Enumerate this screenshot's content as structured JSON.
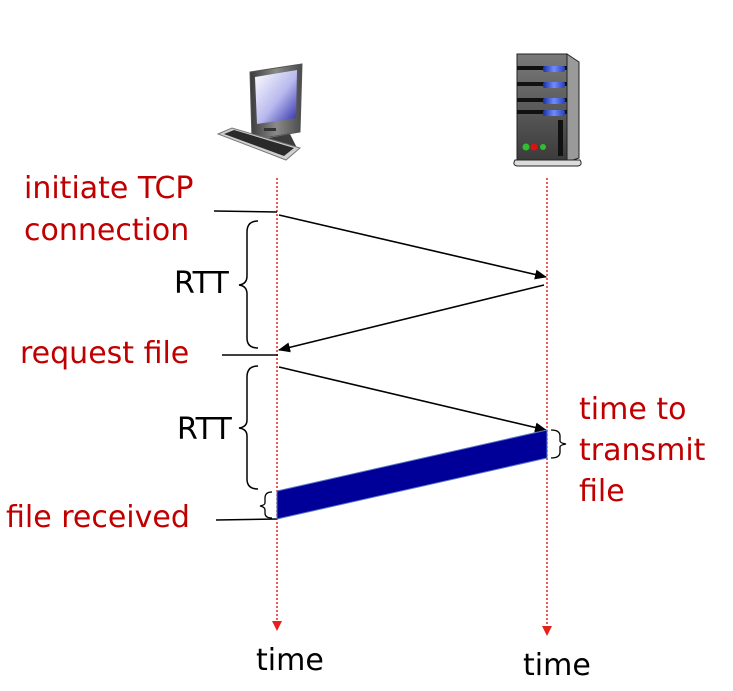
{
  "diagram": {
    "title": "TCP connection and file transfer timing",
    "colors": {
      "label_red": "#c00000",
      "timeline_red": "#e8201c",
      "file_band": "#000099",
      "arrow": "#000000"
    },
    "hosts": {
      "client": {
        "name": "client",
        "icon": "desktop-computer-icon"
      },
      "server": {
        "name": "server",
        "icon": "server-tower-icon"
      }
    },
    "labels": {
      "initiate_line1": "initiate TCP",
      "initiate_line2": "connection",
      "rtt1": "RTT",
      "request_file": "request file",
      "rtt2": "RTT",
      "file_received": "file received",
      "transmit_line1": "time to",
      "transmit_line2": "transmit",
      "transmit_line3": "file",
      "time_client": "time",
      "time_server": "time"
    },
    "messages": [
      {
        "name": "syn",
        "from": "client",
        "to": "server"
      },
      {
        "name": "syn-ack",
        "from": "server",
        "to": "client"
      },
      {
        "name": "request",
        "from": "client",
        "to": "server"
      },
      {
        "name": "file-transfer",
        "from": "server",
        "to": "client"
      }
    ]
  }
}
